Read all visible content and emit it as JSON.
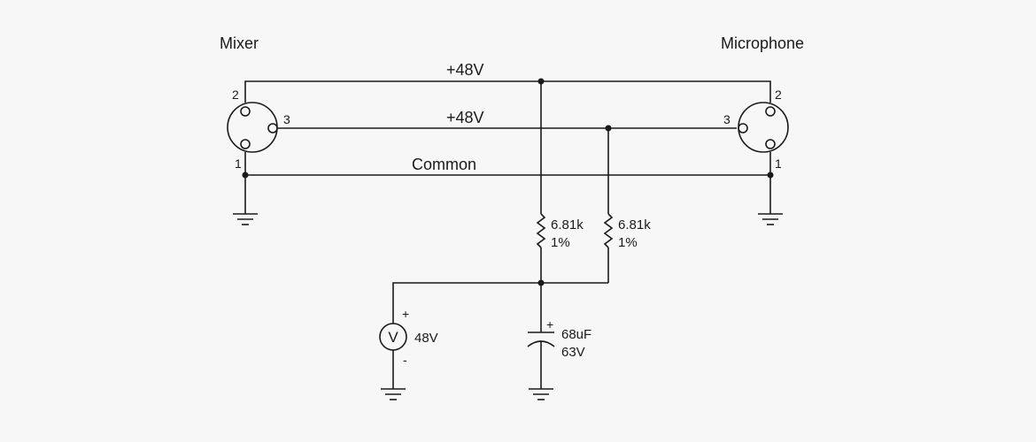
{
  "labels": {
    "mixer": "Mixer",
    "microphone": "Microphone",
    "wire_top": "+48V",
    "wire_mid": "+48V",
    "wire_common": "Common"
  },
  "xlr_mixer": {
    "pin2": "2",
    "pin3": "3",
    "pin1": "1"
  },
  "xlr_mic": {
    "pin2": "2",
    "pin3": "3",
    "pin1": "1"
  },
  "resistor_1": {
    "value": "6.81k",
    "tolerance": "1%"
  },
  "resistor_2": {
    "value": "6.81k",
    "tolerance": "1%"
  },
  "voltage_source": {
    "symbol": "V",
    "value": "48V",
    "plus": "+",
    "minus": "-"
  },
  "capacitor": {
    "value": "68uF",
    "voltage": "63V",
    "plus": "+"
  },
  "colors": {
    "background": "#f7f7f7",
    "ink": "#1a1a1a"
  }
}
